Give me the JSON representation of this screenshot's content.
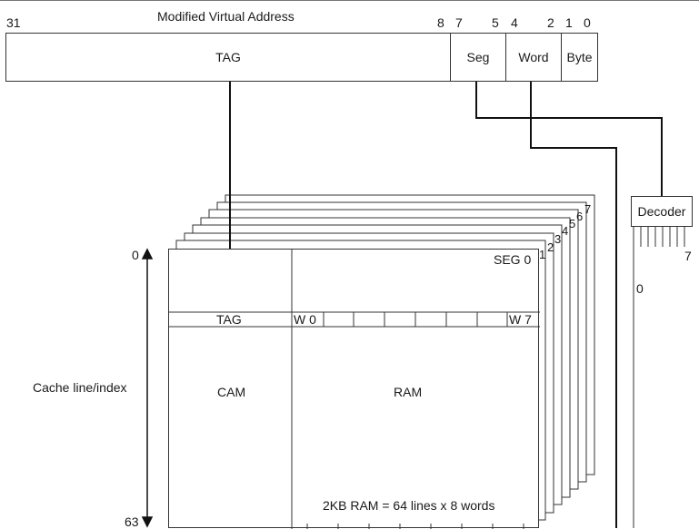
{
  "title": "Modified Virtual Address",
  "bit_numbers": [
    "31",
    "8",
    "7",
    "5",
    "4",
    "2",
    "1",
    "0"
  ],
  "fields": {
    "tag": "TAG",
    "seg": "Seg",
    "word": "Word",
    "byte": "Byte"
  },
  "decoder": {
    "label": "Decoder",
    "output_first": "0",
    "output_last": "7"
  },
  "segment_labels": [
    "SEG 0",
    "1",
    "2",
    "3",
    "4",
    "5",
    "6",
    "7"
  ],
  "cache": {
    "tag_row_label": "TAG",
    "word_first": "W 0",
    "word_last": "W 7",
    "cam_label": "CAM",
    "ram_label": "RAM",
    "ram_caption": "2KB RAM = 64 lines x 8 words"
  },
  "index_axis": {
    "label": "Cache line/index",
    "top": "0",
    "bottom": "63"
  }
}
